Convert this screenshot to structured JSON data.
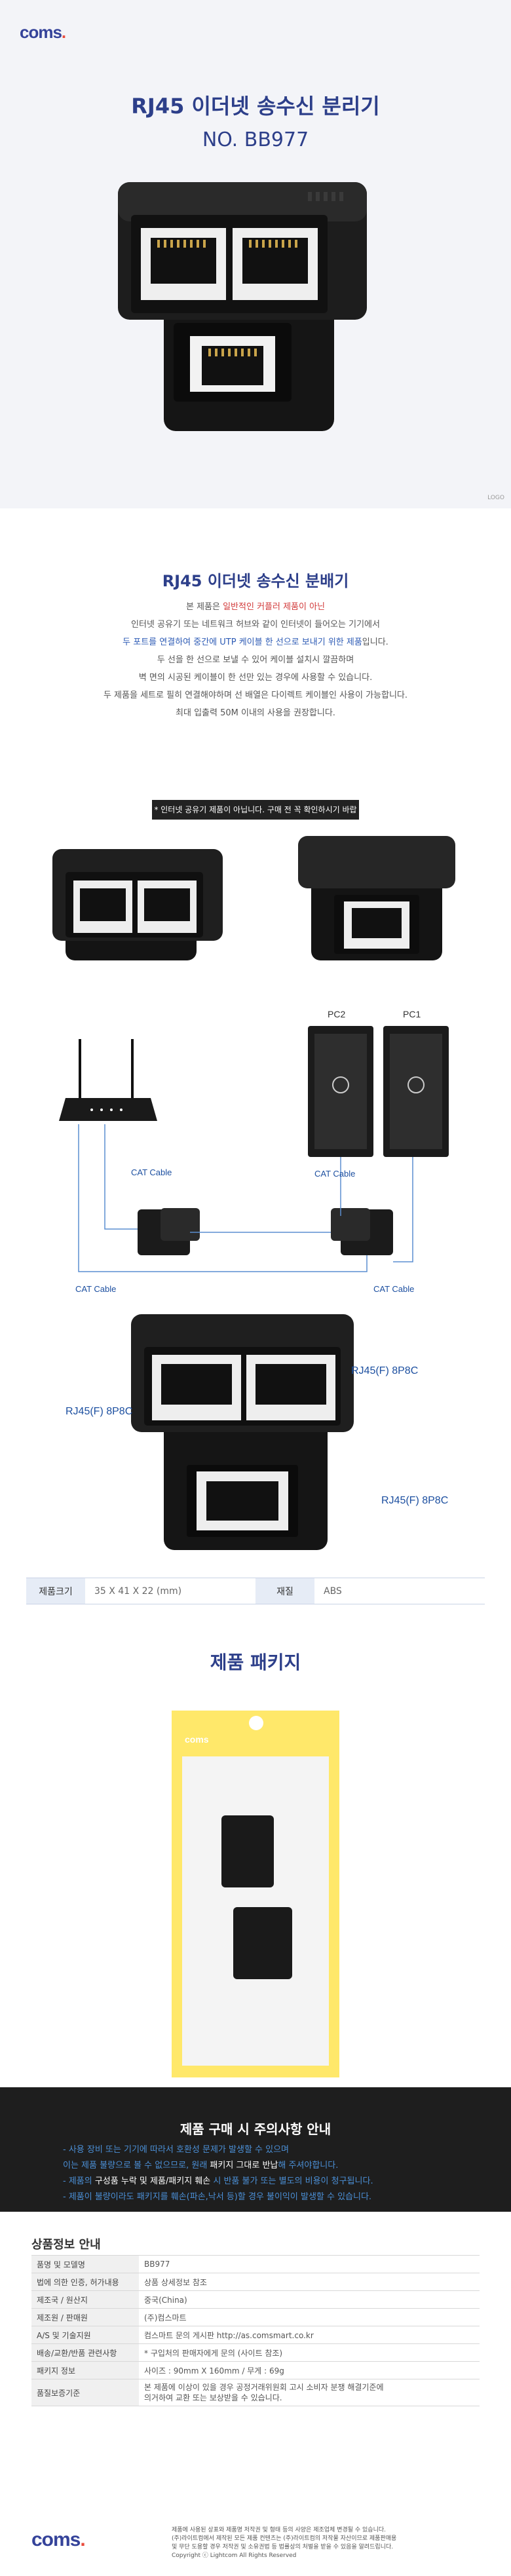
{
  "brand": {
    "logo_text": "coms"
  },
  "hero": {
    "title": "RJ45 이더넷 송수신 분리기",
    "model": "NO. BB977",
    "logo_mark": "LOGO"
  },
  "intro": {
    "subtitle": "RJ45 이더넷 송수신 분배기",
    "line1_a": "본 제품은 ",
    "line1_hl": "일반적인 커플러 제품이 아닌",
    "line2": "인터넷 공유기 또는 네트워크 허브와 같이 인터넷이 들어오는 기기에서",
    "line3_hl": "두 포트를 연결하여 중간에 UTP 케이블 한 선으로 보내기 위한 제품",
    "line3_b": "입니다.",
    "line4": "두 선을 한 선으로 보낼 수 있어 케이블 설치시 깔끔하며",
    "line5": "벽 면의 시공된 케이블이 한 선만 있는 경우에 사용할 수 있습니다.",
    "line6": "두 제품을 세트로 필히 연결해야하며 선 배열은 다이렉트 케이블인 사용이 가능합니다.",
    "line7": "최대 입출력 50M 이내의 사용을 권장합니다.",
    "notice": "* 인터넷 공유기 제품이 아닙니다. 구매 전 꼭 확인하시기 바랍니다."
  },
  "diagram": {
    "pc2": "PC2",
    "pc1": "PC1",
    "cat_left_top": "CAT Cable",
    "cat_right_top": "CAT Cable",
    "cat_left_bottom": "CAT Cable",
    "cat_right_bottom": "CAT Cable"
  },
  "ports": {
    "label_left": "RJ45(F) 8P8C",
    "label_right": "RJ45(F) 8P8C",
    "label_bottom": "RJ45(F) 8P8C"
  },
  "spec": {
    "size_label": "제품크기",
    "size_value": "35 X 41 X 22 (mm)",
    "material_label": "재질",
    "material_value": "ABS"
  },
  "package": {
    "title": "제품 패키지",
    "bag_logo": "coms"
  },
  "caution": {
    "title": "제품 구매 시 주의사항 안내",
    "l1": "- 사용 장비 또는 기기에 따라서 호환성 문제가 발생할 수 있으며",
    "l2_a": "  이는 제품 불량으로 볼 수 없으므로, 원래 ",
    "l2_w": "패키지 그대로 반납",
    "l2_b": "해 주셔야합니다.",
    "l3_a": "- 제품의 ",
    "l3_w": "구성품 누락 및 제품/패키지 훼손",
    "l3_b": " 시 반품 불가 또는 별도의 비용이 청구됩니다.",
    "l4": "- 제품이 불량이라도 패키지를 훼손(파손,낙서 등)할 경우 불이익이 발생할 수 있습니다."
  },
  "info": {
    "title": "상품정보 안내",
    "rows": [
      {
        "k": "품명 및 모델명",
        "v": "BB977"
      },
      {
        "k": "법에 의한 인증, 허가내용",
        "v": "상품 상세정보 참조"
      },
      {
        "k": "제조국 / 원산지",
        "v": "중국(China)"
      },
      {
        "k": "제조원 / 판매원",
        "v": "(주)컴스마트"
      },
      {
        "k": "A/S 및 기술지원",
        "v": "컴스마트 문의 게시판    http://as.comsmart.co.kr"
      },
      {
        "k": "배송/교환/반품 관련사항",
        "v": "* 구입처의 판매자에게 문의 (사이트 참조)"
      },
      {
        "k": "패키지 정보",
        "v": "사이즈 : 90mm X 160mm    /    무게 : 69g"
      },
      {
        "k": "품질보증기준",
        "v1": "본 제품에 이상이 있을 경우 공정거래위원회 고시 소비자 분쟁 해결기준에",
        "v2": "의거하여 교환 또는 보상받을 수 있습니다."
      }
    ]
  },
  "footer": {
    "logo_text": "coms",
    "t1": "제품에 사용된 상표와 제품명 저작권 및 형태 등의 사양은 제조업체 변경될 수 있습니다.",
    "t2": "(주)라이트컴에서 제작된 모든 제품 컨텐츠는 (주)라이트컴의 저작물 자산이므로 제품판매용",
    "t3": "및 무단 도용할 경우 저작권 및 소유권법 등 법률상의 처벌을 받을 수 있음을 알려드립니다.",
    "copyright": "Copyright ⓒ Lightcom All Rights Reserved"
  },
  "colors": {
    "brand_blue": "#2d3f8a",
    "accent_red": "#e94b3c",
    "line_blue": "#5a8ed0"
  }
}
